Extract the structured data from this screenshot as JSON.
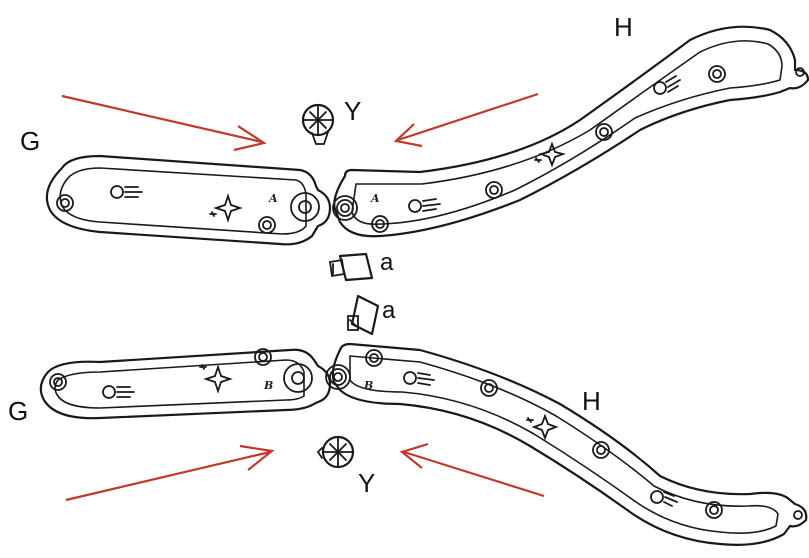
{
  "labels": {
    "g_top": "G",
    "g_bottom": "G",
    "h_top": "H",
    "h_bottom": "H",
    "y_top": "Y",
    "y_bottom": "Y",
    "a_upper": "a",
    "a_lower": "a",
    "part_mark_top_left": "A",
    "part_mark_top_right": "A",
    "part_mark_bottom_left": "B",
    "part_mark_bottom_right": "B"
  },
  "colors": {
    "arrow": "#c0392b",
    "outline": "#1a1a1a",
    "background": "#ffffff"
  },
  "icons": [
    "comet-icon",
    "sparkle-icon",
    "screw-icon",
    "bracket-icon",
    "arrow-icon"
  ]
}
